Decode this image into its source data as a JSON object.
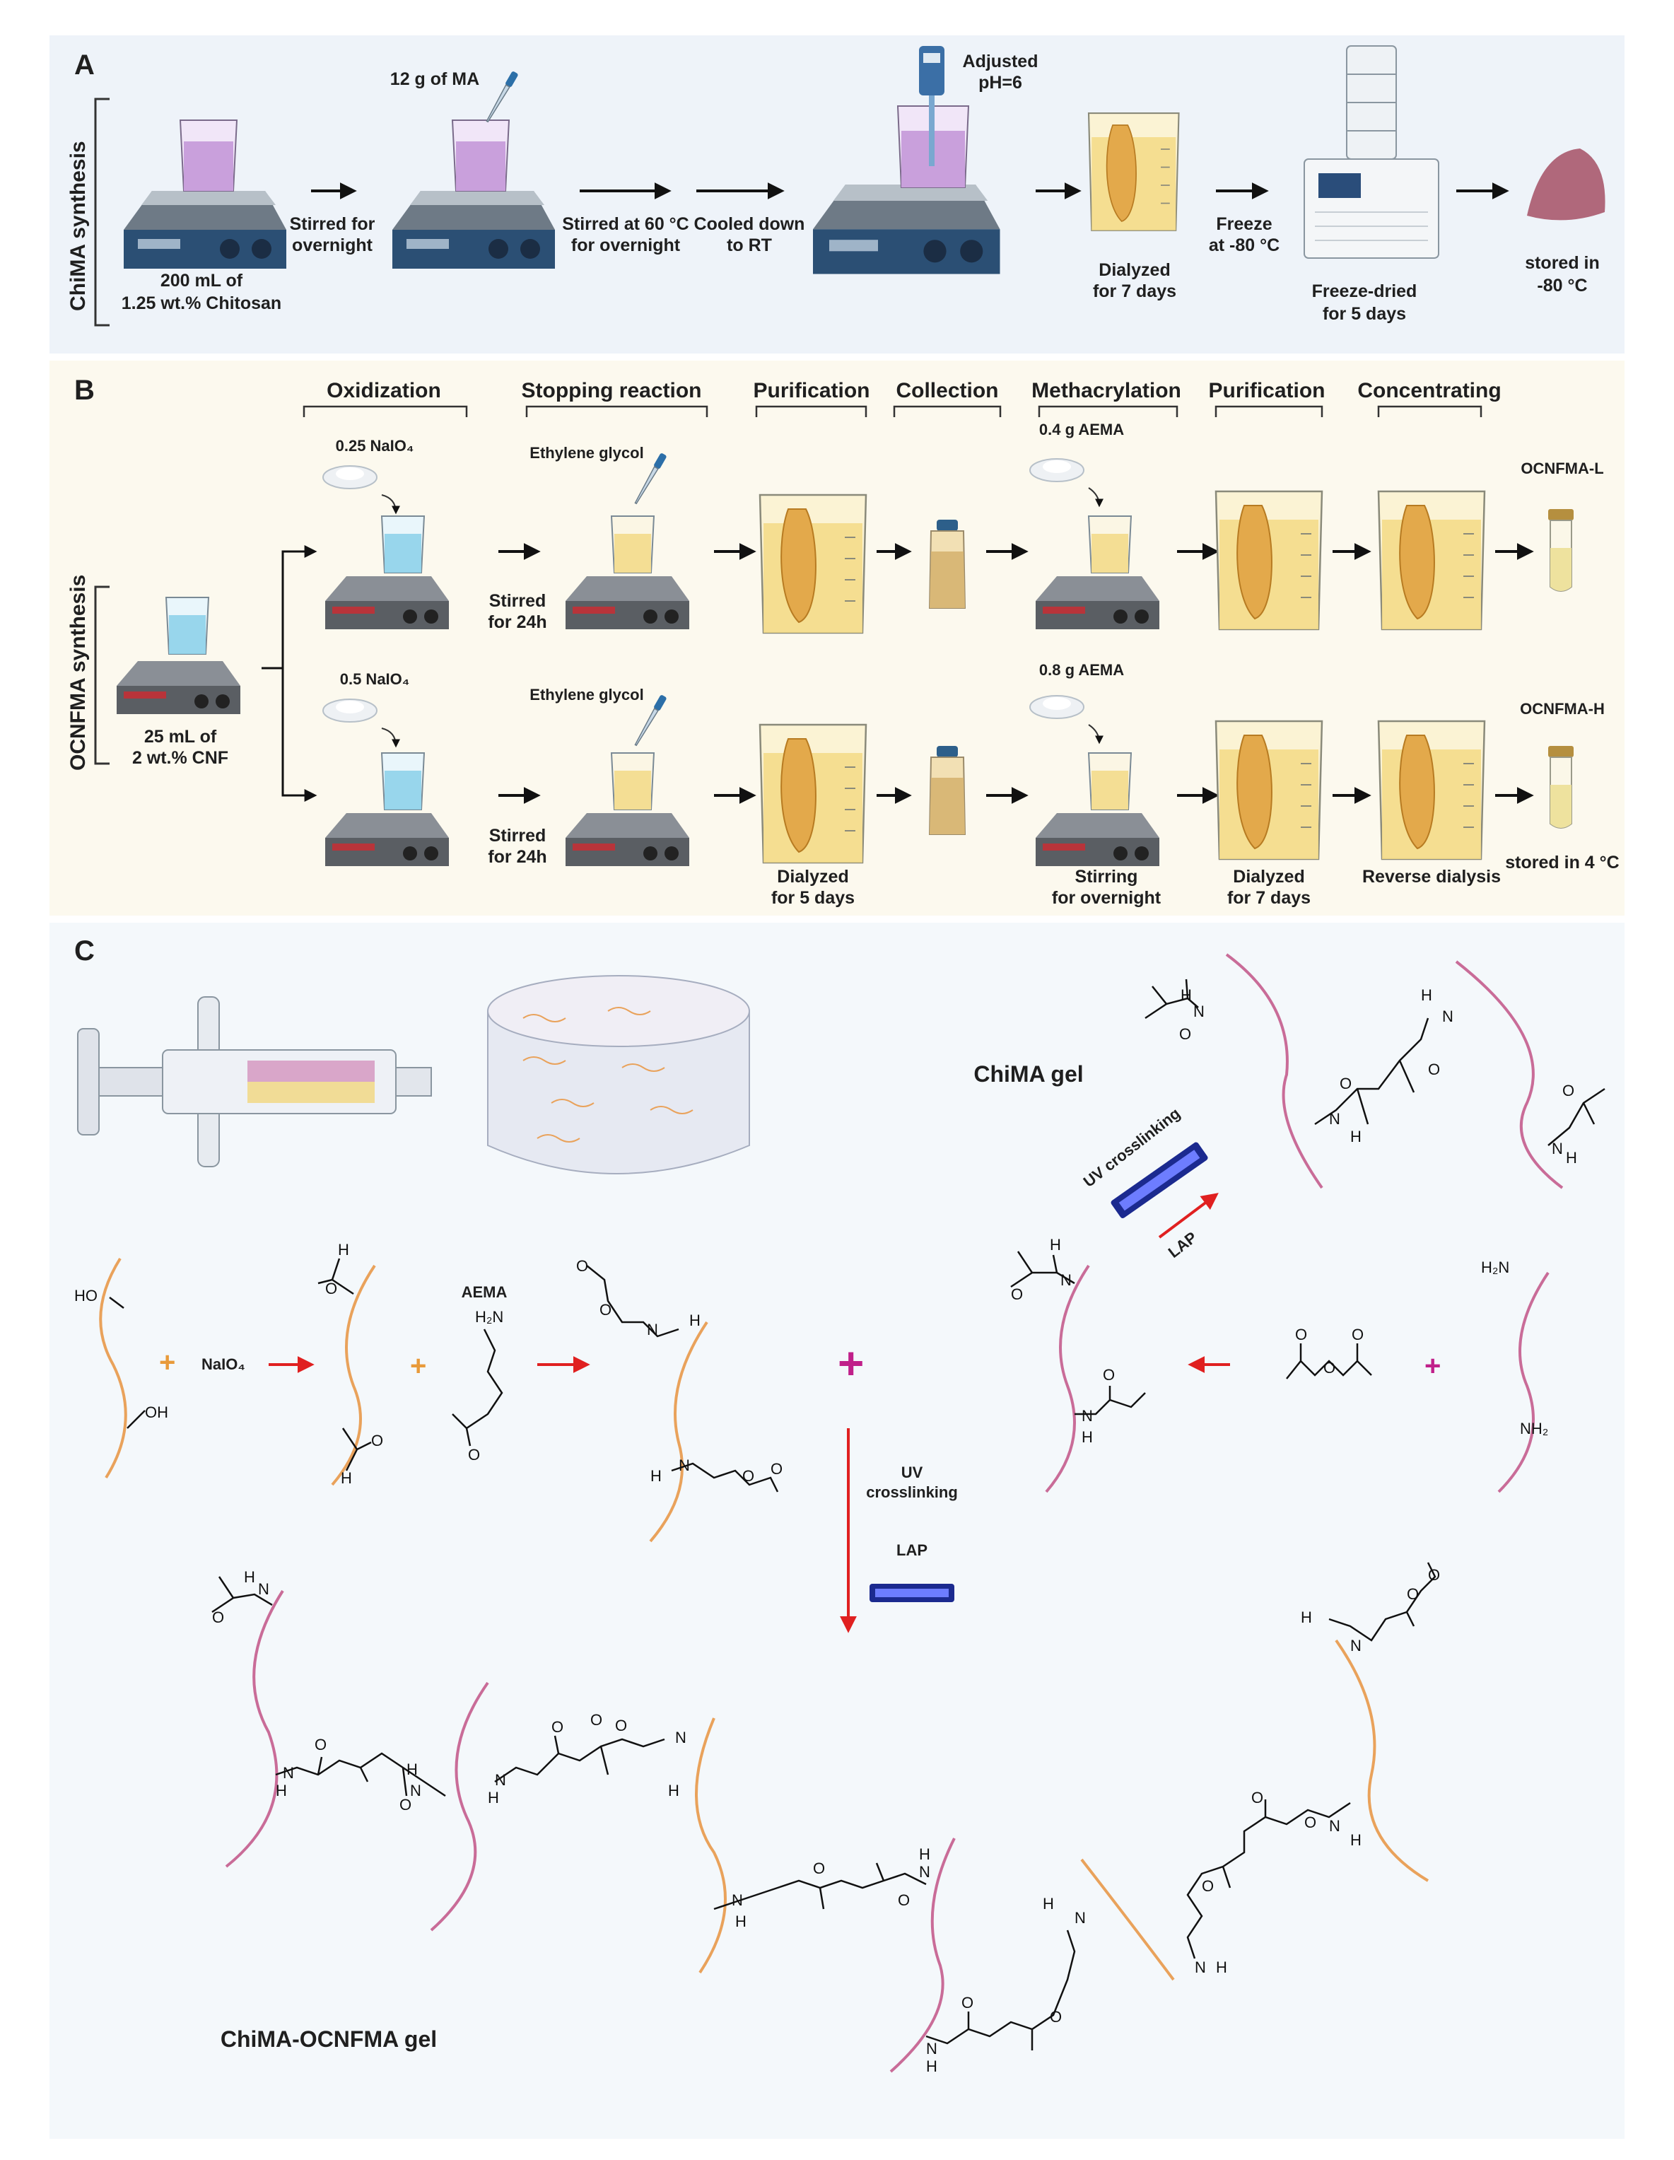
{
  "panelA": {
    "letter": "A",
    "side_label": "ChiMA synthesis",
    "step1": [
      "200 mL of",
      "1.25 wt.% Chitosan"
    ],
    "arrow1_label": [
      "Stirred for",
      "overnight"
    ],
    "step2_top": "12 g of MA",
    "arrow2_label": [
      "Stirred at 60 °C",
      "for overnight"
    ],
    "arrow3_label": [
      "Cooled down",
      "to RT"
    ],
    "step3_top": [
      "Adjusted",
      "pH=6"
    ],
    "step4": [
      "Dialyzed",
      "for 7 days"
    ],
    "arrow5_label": [
      "Freeze",
      "at -80 °C"
    ],
    "step5": [
      "Freeze-dried",
      "for 5 days"
    ],
    "step6": [
      "stored in",
      "-80 °C"
    ]
  },
  "panelB": {
    "letter": "B",
    "side_label": "OCNFMA synthesis",
    "headers": [
      "Oxidization",
      "Stopping reaction",
      "Purification",
      "Collection",
      "Methacrylation",
      "Purification",
      "Concentrating"
    ],
    "start": [
      "25 mL of",
      "2 wt.% CNF"
    ],
    "row1": {
      "naio4": "0.25 NaIO₄",
      "glycol": "Ethylene glycol",
      "stir": [
        "Stirred",
        "for 24h"
      ],
      "aema": "0.4 g AEMA",
      "product": "OCNFMA-L"
    },
    "row2": {
      "naio4": "0.5 NaIO₄",
      "glycol": "Ethylene glycol",
      "stir": [
        "Stirred",
        "for 24h"
      ],
      "aema": "0.8 g AEMA",
      "product": "OCNFMA-H",
      "dialyzed5": [
        "Dialyzed",
        "for 5 days"
      ],
      "stirring": [
        "Stirring",
        "for overnight"
      ],
      "dialyzed7": [
        "Dialyzed",
        "for 7 days"
      ],
      "reverse": "Reverse dialysis",
      "stored": "stored in 4 °C"
    }
  },
  "panelC": {
    "letter": "C",
    "chima_gel": "ChiMA gel",
    "uv_diag": "UV crosslinking",
    "lap_diag": "LAP",
    "naio4": "NaIO₄",
    "aema": "AEMA",
    "uv_vertical": [
      "UV",
      "crosslinking"
    ],
    "lap_vertical": "LAP",
    "final_gel": "ChiMA-OCNFMA gel",
    "chem": {
      "HO": "HO",
      "OH": "OH",
      "O": "O",
      "H": "H",
      "N": "N",
      "NH2": "NH₂",
      "H2N": "H₂N"
    }
  },
  "colors": {
    "panelA_bg": "#eef3f9",
    "panelB_bg": "#fcf9ee",
    "panelC_bg": "#f4f8fb",
    "beaker_liquid_A": "#c9a0dc",
    "blue_liquid": "#8fd3ea",
    "yellow_liquid": "#f3dc8f",
    "dialysis_bag": "#e3a94b",
    "cellulose_chain": "#e9a25b",
    "chitosan_chain": "#c96c98",
    "red_arrow": "#e02020",
    "plus_magenta": "#c0208a",
    "plus_orange": "#e89a3a"
  },
  "icons": [
    "stirrer-hotplate-icon",
    "beaker-icon",
    "pipette-icon",
    "ph-meter-icon",
    "dialysis-beaker-icon",
    "freeze-dryer-icon",
    "powder-pile-icon",
    "reagent-bottle-icon",
    "vial-icon",
    "powder-icon",
    "syringe-icon",
    "hydrogel-disc-icon",
    "uv-lamp-icon"
  ]
}
